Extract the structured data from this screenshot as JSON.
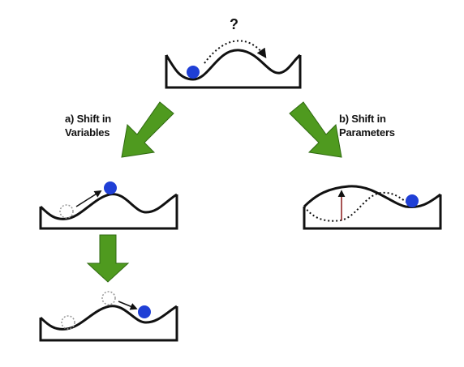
{
  "question_mark": "?",
  "labels": {
    "shift_variables_line1": "a) Shift in",
    "shift_variables_line2": "Variables",
    "shift_parameters_line1": "b) Shift in",
    "shift_parameters_line2": "Parameters"
  },
  "colors": {
    "ball": "#1f3fd6",
    "arrow": "#4f9a1f",
    "line": "#111111"
  }
}
